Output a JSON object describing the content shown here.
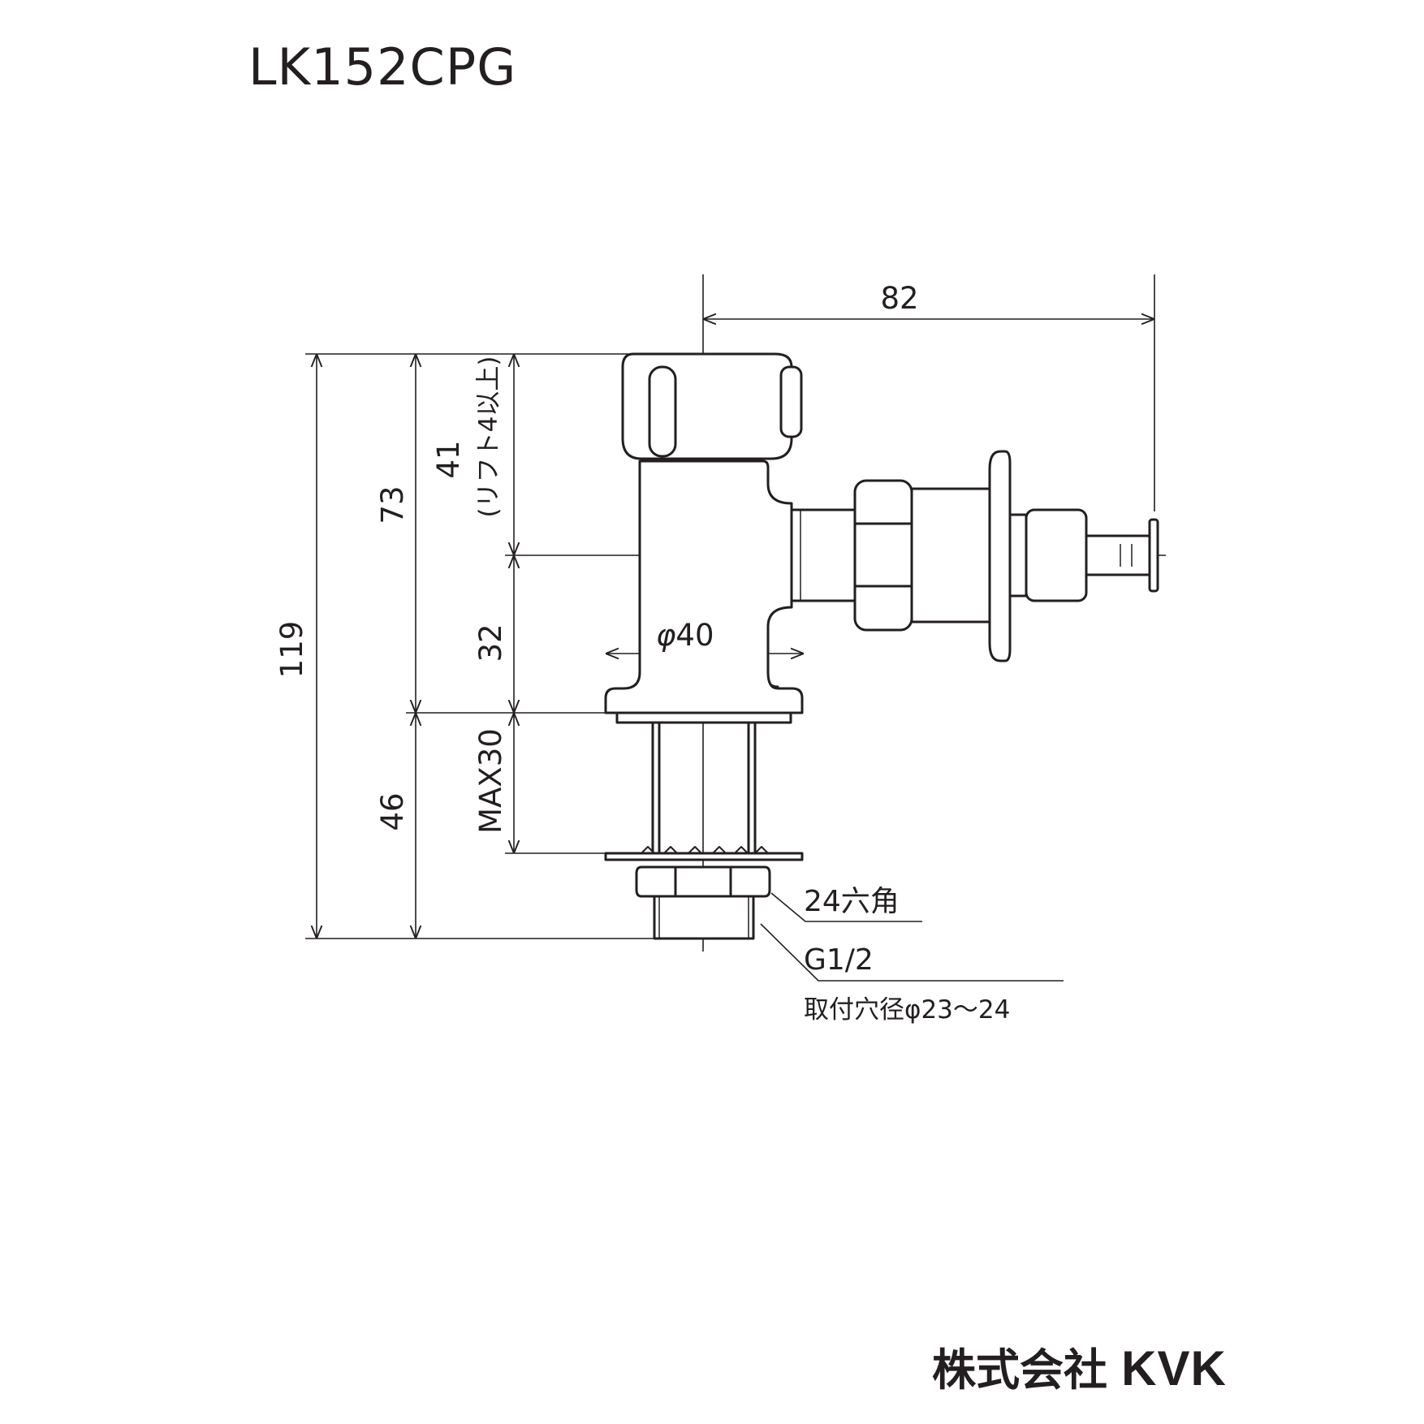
{
  "title": "LK152CPG",
  "company": {
    "jp": "株式会社",
    "brand": "KVK"
  },
  "dimensions": {
    "width_82": "82",
    "height_119": "119",
    "height_73": "73",
    "height_41": "41",
    "lift_note": "(リフト4以上)",
    "height_32": "32",
    "diameter_40": "40",
    "diameter_symbol": "φ",
    "height_46": "46",
    "max_30": "MAX30"
  },
  "callouts": {
    "hex": "24六角",
    "thread": "G1/2",
    "hole": "取付穴径φ23～24"
  }
}
